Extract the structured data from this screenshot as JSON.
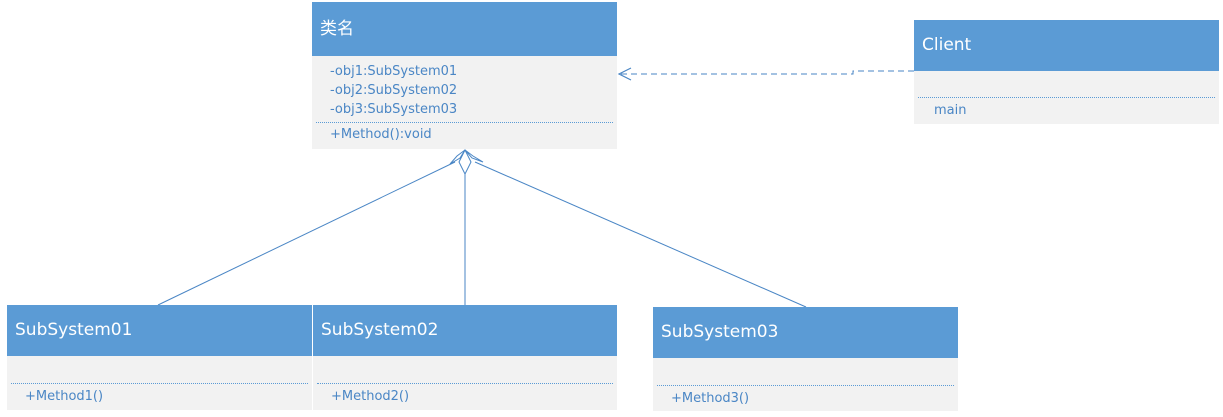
{
  "facade": {
    "name": "类名",
    "attributes": [
      "-obj1:SubSystem01",
      "-obj2:SubSystem02",
      "-obj3:SubSystem03"
    ],
    "operations": [
      "+Method():void"
    ]
  },
  "client": {
    "name": "Client",
    "operations": [
      "main"
    ]
  },
  "subsystems": [
    {
      "name": "SubSystem01",
      "operations": [
        "+Method1()"
      ]
    },
    {
      "name": "SubSystem02",
      "operations": [
        "+Method2()"
      ]
    },
    {
      "name": "SubSystem03",
      "operations": [
        "+Method3()"
      ]
    }
  ],
  "relationships": [
    {
      "type": "dependency",
      "from": "Client",
      "to": "类名",
      "style": "dashed",
      "arrow": "open"
    },
    {
      "type": "aggregation",
      "whole": "类名",
      "part": "SubSystem01"
    },
    {
      "type": "aggregation",
      "whole": "类名",
      "part": "SubSystem02"
    },
    {
      "type": "aggregation",
      "whole": "类名",
      "part": "SubSystem03"
    }
  ],
  "colors": {
    "header": "#5b9bd5",
    "body": "#f2f2f2",
    "text": "#4a86c5",
    "line": "#4a86c5"
  }
}
